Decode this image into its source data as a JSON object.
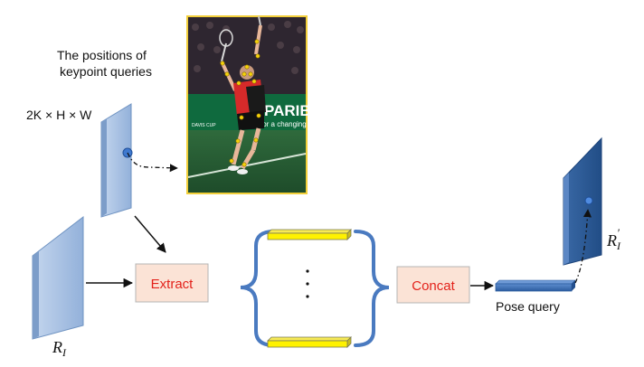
{
  "labels": {
    "positions_line1": "The positions of",
    "positions_line2": "keypoint  queries",
    "dims": "2K × H × W",
    "r_i": "R",
    "r_i_sub": "I",
    "r_i_prime": "R",
    "r_i_prime_sub": "I",
    "r_i_prime_mark": "′",
    "extract": "Extract",
    "concat": "Concat",
    "pose_query": "Pose query",
    "dots": "⋮",
    "photo_banner_text": "PARIBA",
    "photo_banner_sub": "for a changing",
    "photo_logo_text": "DAVIS CUP"
  },
  "colors": {
    "panel_light": "#a9c3e3",
    "panel_dark": "#2b5a97",
    "panel_edge": "#6f93c2",
    "box_fill": "#fbe3d6",
    "box_text": "#e3221b",
    "bar_yellow": "#fff200",
    "brace": "#4a7ac0",
    "keypoint": "#f5d20b",
    "pose_bar": "#3b6fb6"
  },
  "icons": {
    "keypoint_marker": "keypoint-dot-icon",
    "brace_left": "left-curly-brace-icon",
    "brace_right": "right-curly-brace-icon"
  }
}
